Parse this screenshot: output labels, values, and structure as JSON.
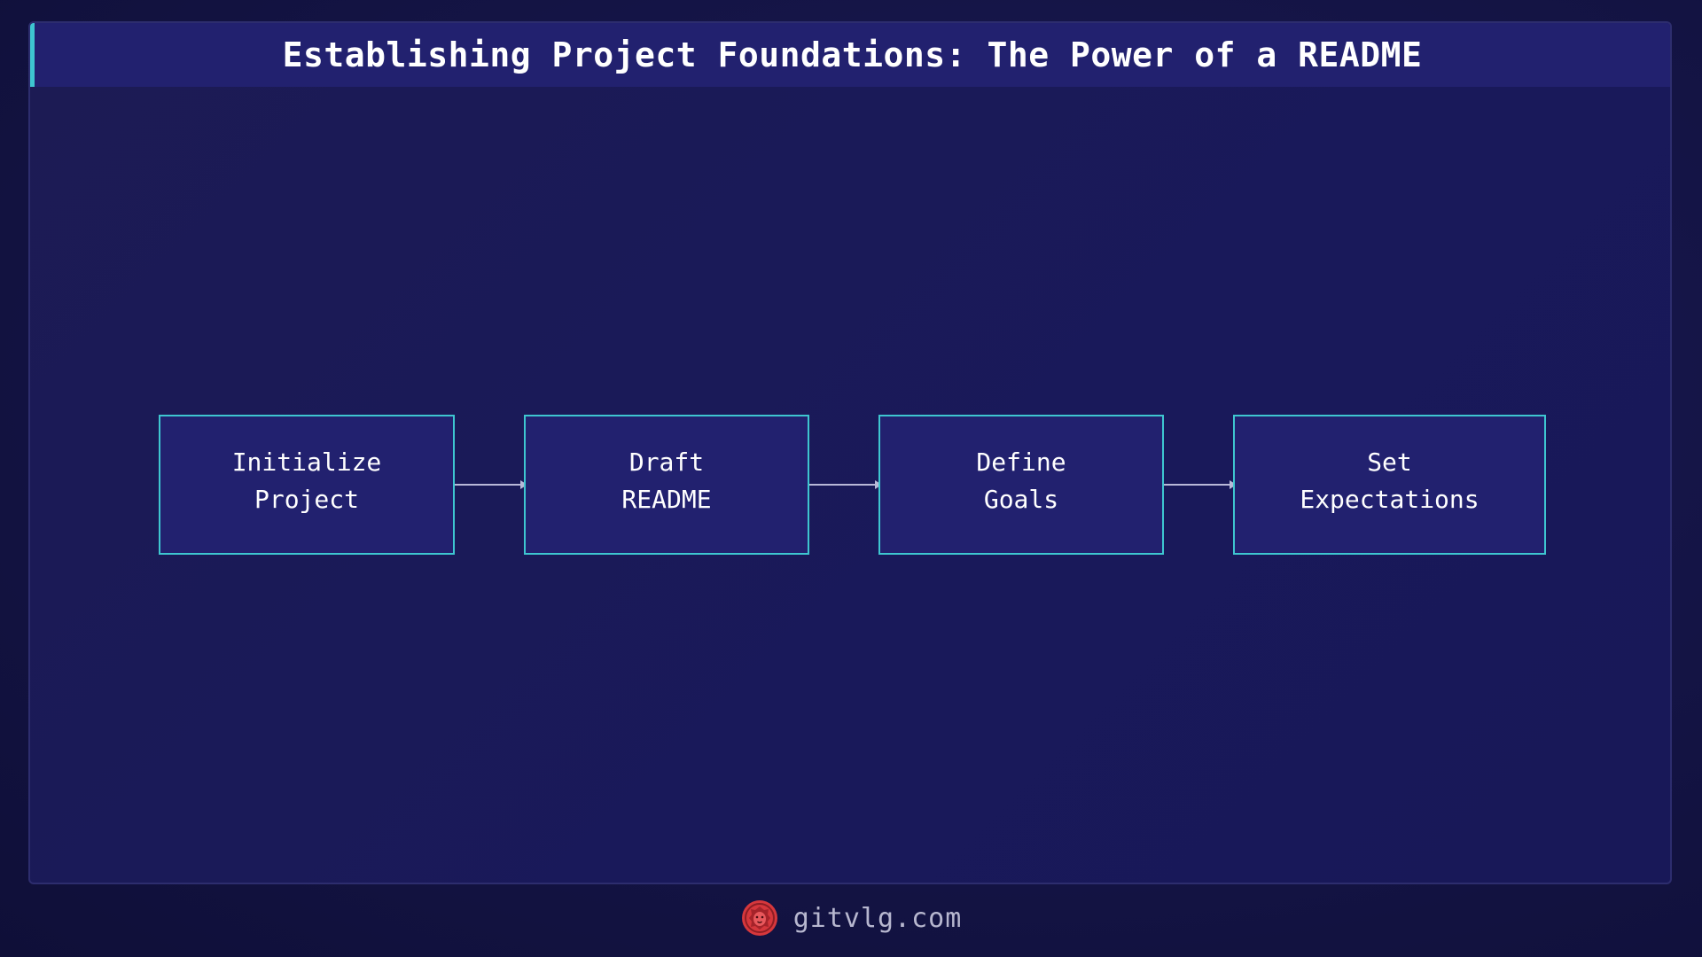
{
  "header": {
    "title": "Establishing Project Foundations: The Power of a README"
  },
  "flow": {
    "steps": [
      {
        "label": "Initialize\n Project"
      },
      {
        "label": "Draft\n README"
      },
      {
        "label": "Define\n Goals"
      },
      {
        "label": "Set\n Expectations"
      }
    ]
  },
  "footer": {
    "site": "gitvlg.com",
    "logo_icon": "lion-head-icon"
  },
  "colors": {
    "background": "#141445",
    "panel": "#1c1b54",
    "box_fill": "#22216f",
    "box_border": "#3ec6d0",
    "accent": "#3ec6d0",
    "logo": "#d6373c"
  }
}
